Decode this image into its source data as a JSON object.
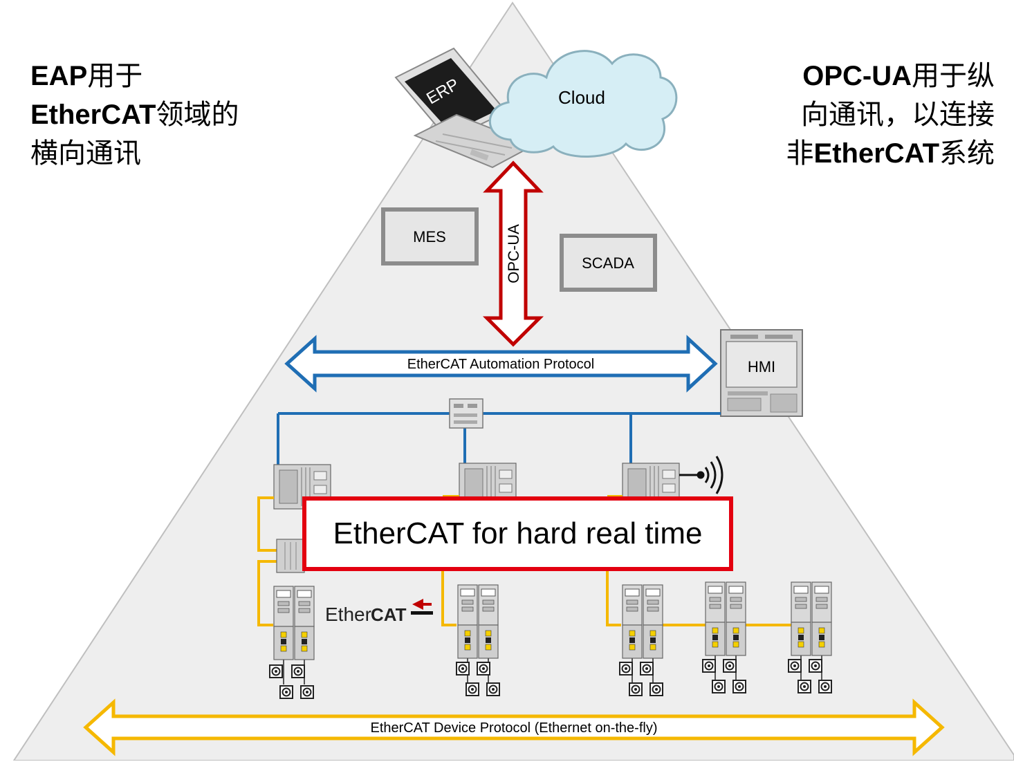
{
  "left_caption": {
    "line1_bold": "EAP",
    "line1_rest": "用于",
    "line2_bold": "EtherCAT",
    "line2_rest": "领域的",
    "line3": "横向通讯"
  },
  "right_caption": {
    "line1_bold": "OPC-UA",
    "line1_rest": "用于纵",
    "line2": "向通讯，以连接",
    "line3_pre": "非",
    "line3_bold": "EtherCAT",
    "line3_rest": "系统"
  },
  "erp_label": "ERP",
  "cloud_label": "Cloud",
  "mes_label": "MES",
  "scada_label": "SCADA",
  "hmi_label": "HMI",
  "opcua_arrow_label": "OPC-UA",
  "eap_arrow_label": "EtherCAT Automation Protocol",
  "device_arrow_label": "EtherCAT Device Protocol (Ethernet on-the-fly)",
  "realtime_label": "EtherCAT for hard real time",
  "logo": {
    "word_a": "Ether",
    "word_b": "CAT"
  },
  "colors": {
    "pyramid": "#eeeeee",
    "opcua_arrow": "#c00000",
    "eap_line": "#1f6eb4",
    "device_line": "#f5b800",
    "realtime_border": "#e3000f"
  }
}
